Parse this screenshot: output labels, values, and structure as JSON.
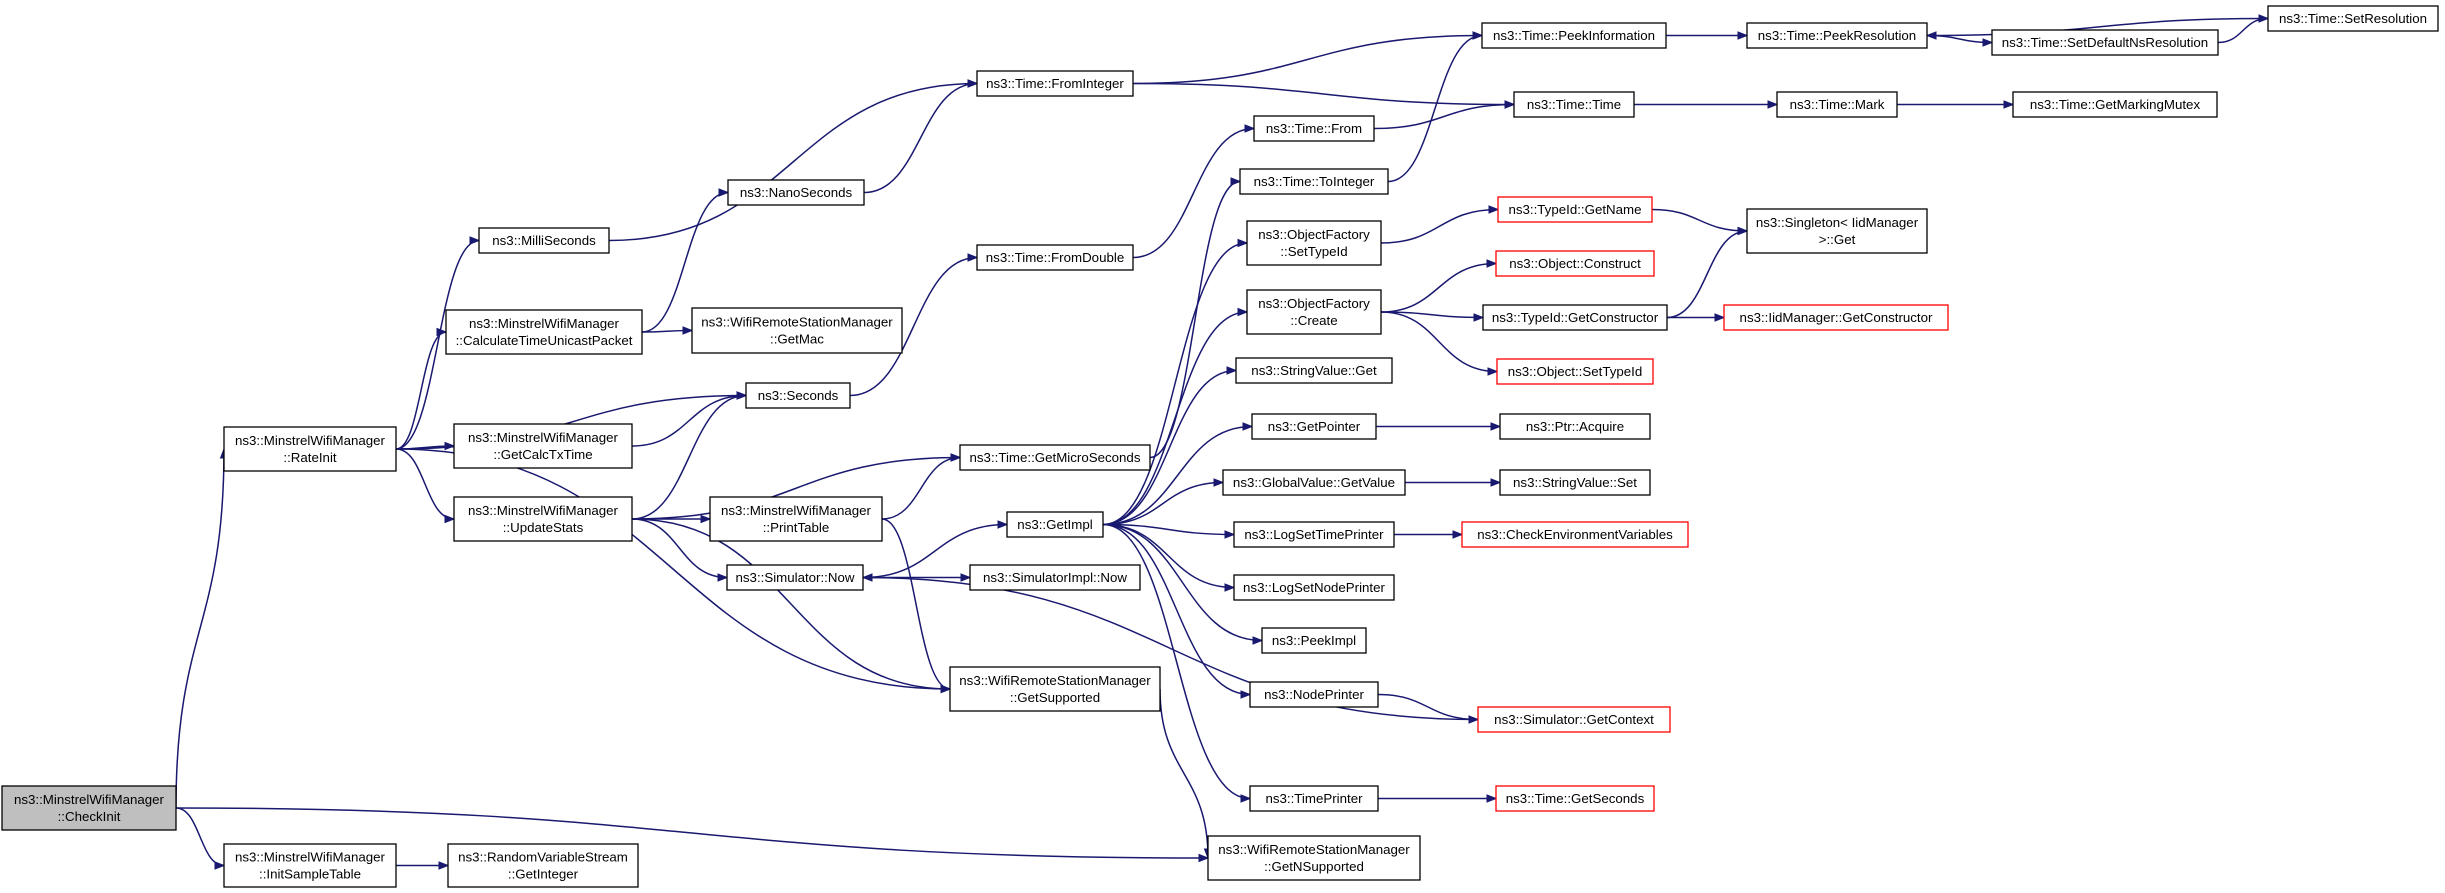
{
  "graph": {
    "title": "",
    "nodes": [
      {
        "id": "checkinit",
        "lines": [
          "ns3::MinstrelWifiManager",
          "::CheckInit"
        ],
        "style": "root"
      },
      {
        "id": "rateinit",
        "lines": [
          "ns3::MinstrelWifiManager",
          "::RateInit"
        ],
        "style": "normal"
      },
      {
        "id": "initsampletable",
        "lines": [
          "ns3::MinstrelWifiManager",
          "::InitSampleTable"
        ],
        "style": "normal"
      },
      {
        "id": "randomvariablestream_getinteger",
        "lines": [
          "ns3::RandomVariableStream",
          "::GetInteger"
        ],
        "style": "normal"
      },
      {
        "id": "millisecons",
        "lines": [
          "ns3::MilliSeconds"
        ],
        "style": "normal"
      },
      {
        "id": "calculatetimeunicastpacket",
        "lines": [
          "ns3::MinstrelWifiManager",
          "::CalculateTimeUnicastPacket"
        ],
        "style": "normal"
      },
      {
        "id": "getcalctxtime",
        "lines": [
          "ns3::MinstrelWifiManager",
          "::GetCalcTxTime"
        ],
        "style": "normal"
      },
      {
        "id": "updatestats",
        "lines": [
          "ns3::MinstrelWifiManager",
          "::UpdateStats"
        ],
        "style": "normal"
      },
      {
        "id": "nanoseconds",
        "lines": [
          "ns3::NanoSeconds"
        ],
        "style": "normal"
      },
      {
        "id": "wifiremote_getmac",
        "lines": [
          "ns3::WifiRemoteStationManager",
          "::GetMac"
        ],
        "style": "normal"
      },
      {
        "id": "seconds",
        "lines": [
          "ns3::Seconds"
        ],
        "style": "normal"
      },
      {
        "id": "printtable",
        "lines": [
          "ns3::MinstrelWifiManager",
          "::PrintTable"
        ],
        "style": "normal"
      },
      {
        "id": "simulator_now",
        "lines": [
          "ns3::Simulator::Now"
        ],
        "style": "normal"
      },
      {
        "id": "time_frominteger",
        "lines": [
          "ns3::Time::FromInteger"
        ],
        "style": "normal"
      },
      {
        "id": "time_fromdouble",
        "lines": [
          "ns3::Time::FromDouble"
        ],
        "style": "normal"
      },
      {
        "id": "time_getmicroseconds",
        "lines": [
          "ns3::Time::GetMicroSeconds"
        ],
        "style": "normal"
      },
      {
        "id": "getimpl",
        "lines": [
          "ns3::GetImpl"
        ],
        "style": "normal"
      },
      {
        "id": "simulatorimpl_now",
        "lines": [
          "ns3::SimulatorImpl::Now"
        ],
        "style": "normal"
      },
      {
        "id": "getsupported",
        "lines": [
          "ns3::WifiRemoteStationManager",
          "::GetSupported"
        ],
        "style": "normal"
      },
      {
        "id": "getnsupported",
        "lines": [
          "ns3::WifiRemoteStationManager",
          "::GetNSupported"
        ],
        "style": "normal"
      },
      {
        "id": "time_from",
        "lines": [
          "ns3::Time::From"
        ],
        "style": "normal"
      },
      {
        "id": "time_tointeger",
        "lines": [
          "ns3::Time::ToInteger"
        ],
        "style": "normal"
      },
      {
        "id": "objectfactory_settypeid",
        "lines": [
          "ns3::ObjectFactory",
          "::SetTypeId"
        ],
        "style": "normal"
      },
      {
        "id": "objectfactory_create",
        "lines": [
          "ns3::ObjectFactory",
          "::Create"
        ],
        "style": "normal"
      },
      {
        "id": "stringvalue_get",
        "lines": [
          "ns3::StringValue::Get"
        ],
        "style": "normal"
      },
      {
        "id": "getpointer",
        "lines": [
          "ns3::GetPointer"
        ],
        "style": "normal"
      },
      {
        "id": "globalvalue_getvalue",
        "lines": [
          "ns3::GlobalValue::GetValue"
        ],
        "style": "normal"
      },
      {
        "id": "logsettimeprinter",
        "lines": [
          "ns3::LogSetTimePrinter"
        ],
        "style": "normal"
      },
      {
        "id": "logsetnodeprinter",
        "lines": [
          "ns3::LogSetNodePrinter"
        ],
        "style": "normal"
      },
      {
        "id": "peekimpl",
        "lines": [
          "ns3::PeekImpl"
        ],
        "style": "normal"
      },
      {
        "id": "nodeprinter",
        "lines": [
          "ns3::NodePrinter"
        ],
        "style": "normal"
      },
      {
        "id": "timeprinter",
        "lines": [
          "ns3::TimePrinter"
        ],
        "style": "normal"
      },
      {
        "id": "time_peekinformation",
        "lines": [
          "ns3::Time::PeekInformation"
        ],
        "style": "normal"
      },
      {
        "id": "time_time",
        "lines": [
          "ns3::Time::Time"
        ],
        "style": "normal"
      },
      {
        "id": "typeid_getname",
        "lines": [
          "ns3::TypeId::GetName"
        ],
        "style": "external"
      },
      {
        "id": "object_construct",
        "lines": [
          "ns3::Object::Construct"
        ],
        "style": "external"
      },
      {
        "id": "typeid_getconstructor",
        "lines": [
          "ns3::TypeId::GetConstructor"
        ],
        "style": "normal"
      },
      {
        "id": "object_settypeid",
        "lines": [
          "ns3::Object::SetTypeId"
        ],
        "style": "external"
      },
      {
        "id": "ptr_acquire",
        "lines": [
          "ns3::Ptr::Acquire"
        ],
        "style": "normal"
      },
      {
        "id": "stringvalue_set",
        "lines": [
          "ns3::StringValue::Set"
        ],
        "style": "normal"
      },
      {
        "id": "checkenvironmentvariables",
        "lines": [
          "ns3::CheckEnvironmentVariables"
        ],
        "style": "external"
      },
      {
        "id": "simulator_getcontext",
        "lines": [
          "ns3::Simulator::GetContext"
        ],
        "style": "external"
      },
      {
        "id": "time_getseconds",
        "lines": [
          "ns3::Time::GetSeconds"
        ],
        "style": "external"
      },
      {
        "id": "time_peekresolution",
        "lines": [
          "ns3::Time::PeekResolution"
        ],
        "style": "normal"
      },
      {
        "id": "time_mark",
        "lines": [
          "ns3::Time::Mark"
        ],
        "style": "normal"
      },
      {
        "id": "singleton_get",
        "lines": [
          "ns3::Singleton< IidManager",
          ">::Get"
        ],
        "style": "normal"
      },
      {
        "id": "iidmanager_getconstructor",
        "lines": [
          "ns3::IidManager::GetConstructor"
        ],
        "style": "external"
      },
      {
        "id": "time_setdefaultnsresolution",
        "lines": [
          "ns3::Time::SetDefaultNsResolution"
        ],
        "style": "normal"
      },
      {
        "id": "time_getmarkingmutex",
        "lines": [
          "ns3::Time::GetMarkingMutex"
        ],
        "style": "normal"
      },
      {
        "id": "time_setresolution",
        "lines": [
          "ns3::Time::SetResolution"
        ],
        "style": "normal"
      }
    ],
    "edges": [
      [
        "checkinit",
        "rateinit"
      ],
      [
        "checkinit",
        "initsampletable"
      ],
      [
        "checkinit",
        "getnsupported"
      ],
      [
        "initsampletable",
        "randomvariablestream_getinteger"
      ],
      [
        "rateinit",
        "millisecons"
      ],
      [
        "rateinit",
        "calculatetimeunicastpacket"
      ],
      [
        "rateinit",
        "seconds"
      ],
      [
        "rateinit",
        "getcalctxtime"
      ],
      [
        "rateinit",
        "updatestats"
      ],
      [
        "rateinit",
        "getsupported"
      ],
      [
        "millisecons",
        "time_frominteger"
      ],
      [
        "calculatetimeunicastpacket",
        "nanoseconds"
      ],
      [
        "calculatetimeunicastpacket",
        "wifiremote_getmac"
      ],
      [
        "getcalctxtime",
        "seconds"
      ],
      [
        "updatestats",
        "seconds"
      ],
      [
        "updatestats",
        "time_getmicroseconds"
      ],
      [
        "updatestats",
        "printtable"
      ],
      [
        "updatestats",
        "simulator_now"
      ],
      [
        "updatestats",
        "getsupported"
      ],
      [
        "nanoseconds",
        "time_frominteger"
      ],
      [
        "seconds",
        "time_fromdouble"
      ],
      [
        "printtable",
        "time_getmicroseconds"
      ],
      [
        "printtable",
        "getsupported"
      ],
      [
        "simulator_now",
        "getimpl"
      ],
      [
        "simulator_now",
        "simulatorimpl_now"
      ],
      [
        "time_frominteger",
        "time_peekinformation"
      ],
      [
        "time_frominteger",
        "time_time"
      ],
      [
        "time_fromdouble",
        "time_from"
      ],
      [
        "time_getmicroseconds",
        "time_tointeger"
      ],
      [
        "getsupported",
        "getnsupported"
      ],
      [
        "getimpl",
        "objectfactory_settypeid"
      ],
      [
        "getimpl",
        "objectfactory_create"
      ],
      [
        "getimpl",
        "stringvalue_get"
      ],
      [
        "getimpl",
        "getpointer"
      ],
      [
        "getimpl",
        "globalvalue_getvalue"
      ],
      [
        "getimpl",
        "logsettimeprinter"
      ],
      [
        "getimpl",
        "logsetnodeprinter"
      ],
      [
        "getimpl",
        "peekimpl"
      ],
      [
        "getimpl",
        "nodeprinter"
      ],
      [
        "getimpl",
        "timeprinter"
      ],
      [
        "time_from",
        "time_time"
      ],
      [
        "time_tointeger",
        "time_peekinformation"
      ],
      [
        "objectfactory_settypeid",
        "typeid_getname"
      ],
      [
        "objectfactory_create",
        "object_construct"
      ],
      [
        "objectfactory_create",
        "typeid_getconstructor"
      ],
      [
        "objectfactory_create",
        "object_settypeid"
      ],
      [
        "getpointer",
        "ptr_acquire"
      ],
      [
        "globalvalue_getvalue",
        "stringvalue_set"
      ],
      [
        "logsettimeprinter",
        "checkenvironmentvariables"
      ],
      [
        "nodeprinter",
        "simulator_getcontext"
      ],
      [
        "timeprinter",
        "time_getseconds"
      ],
      [
        "simulator_getcontext",
        "simulator_now"
      ],
      [
        "time_peekinformation",
        "time_peekresolution"
      ],
      [
        "time_time",
        "time_mark"
      ],
      [
        "typeid_getname",
        "singleton_get"
      ],
      [
        "typeid_getconstructor",
        "singleton_get"
      ],
      [
        "typeid_getconstructor",
        "iidmanager_getconstructor"
      ],
      [
        "time_peekresolution",
        "time_setdefaultnsresolution"
      ],
      [
        "time_mark",
        "time_getmarkingmutex"
      ],
      [
        "time_setdefaultnsresolution",
        "time_setresolution"
      ],
      [
        "time_setresolution",
        "time_peekresolution"
      ]
    ]
  }
}
